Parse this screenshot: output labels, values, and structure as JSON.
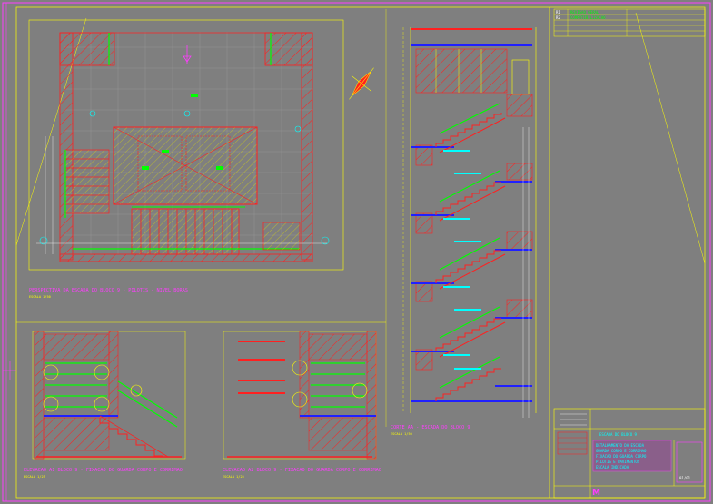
{
  "views": {
    "plan": {
      "title": "PERSPECTIVA DA ESCADA DO BLOCO 9 - PILOTIS - NIVEL BORAS",
      "scale": "ESCALA 1/50"
    },
    "section": {
      "title": "CORTE AA - ESCADA DO BLOCO 9",
      "scale": "ESCALA 1/50"
    },
    "elev_a1": {
      "title": "ELEVACAO A1 BLOCO 9 - FIXACAO DO GUARDA CORPO E CORRIMAO",
      "scale": "ESCALA 1/25"
    },
    "elev_a2": {
      "title": "ELEVACAO A2 BLOCO 9 - FIXACAO DO GUARDA CORPO E CORRIMAO",
      "scale": "ESCALA 1/25"
    }
  },
  "title_block": {
    "header": "ESCADA DO BLOCO 9",
    "lines": [
      "DETALHAMENTO DA ESCADA",
      "GUARDA CORPO E CORRIMAO",
      "FIXACAO DO GUARDA CORPO",
      "PILOTIS E PAVIMENTOS",
      "ESCALA INDICADA"
    ],
    "footer": "M",
    "sheet": "01/01"
  },
  "revisions": [
    {
      "code": "R1",
      "desc": "REVISAO GERAL"
    },
    {
      "code": "R2",
      "desc": "COMPATIBILIZACAO"
    }
  ],
  "colors": {
    "background": "#7f7f7f",
    "frame": "#ff3cff",
    "border": "#ffff00",
    "hatch": "#ff2020",
    "handrail": "#00ff00",
    "slab": "#2020ff",
    "annotation": "#00ffff",
    "text": "#ffffff"
  },
  "icons": [
    "north-arrow-icon",
    "level-marker-icon",
    "section-marker-icon"
  ]
}
